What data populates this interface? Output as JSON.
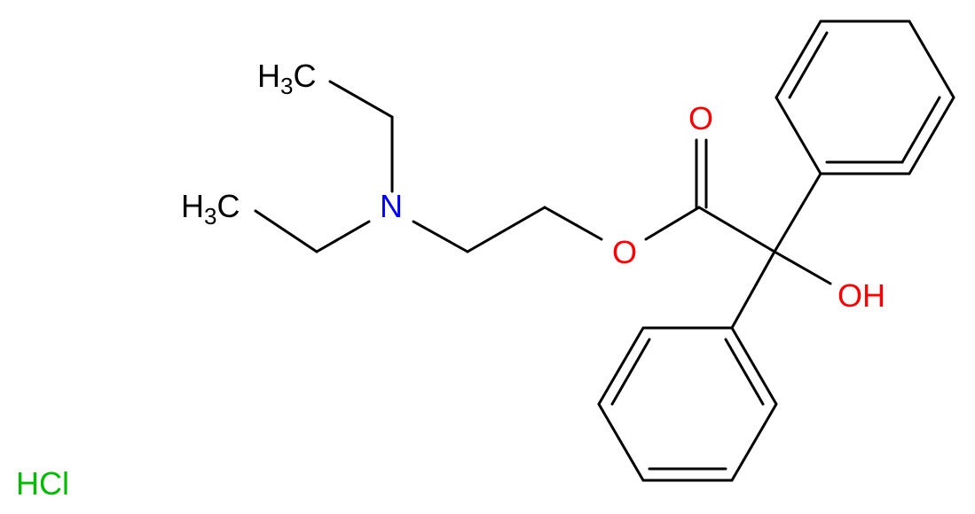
{
  "molecule": {
    "labels": {
      "ch3_top": {
        "main": "H",
        "sub": "3",
        "tail": "C"
      },
      "ch3_bottom": {
        "main": "H",
        "sub": "3",
        "tail": "C"
      },
      "nitrogen": "N",
      "ester_oxygen": "O",
      "carbonyl_oxygen": "O",
      "hydroxyl": "OH",
      "salt": "HCl"
    },
    "colors": {
      "bond": "#000000",
      "carbon_hydrogen": "#000000",
      "nitrogen": "#0000ff",
      "oxygen": "#ff0000",
      "chlorine": "#00bb00"
    }
  }
}
